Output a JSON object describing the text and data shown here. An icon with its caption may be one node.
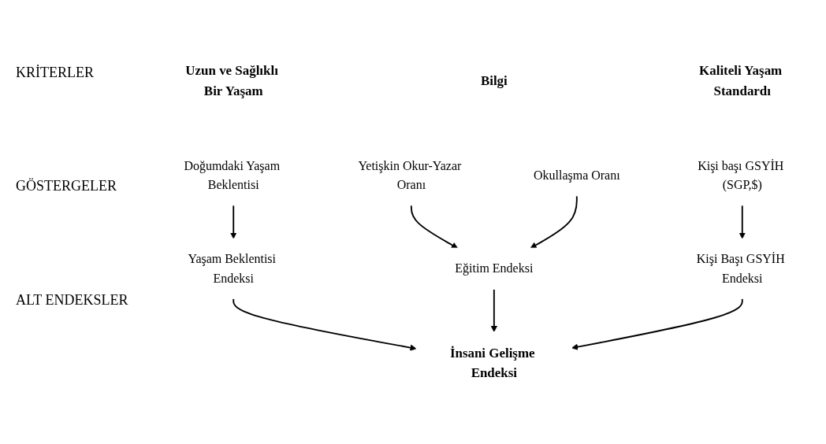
{
  "diagram": {
    "nodes": [
      {
        "text": [
          "Uzun ve Sağlıklı Bir Yaşam"
        ]
      },
      {
        "text": [
          "Bilgi"
        ]
      },
      {
        "text": [
          "Kaliteli Yaşam Standardı"
        ]
      },
      {
        "text": [
          "Doğumdaki Yaşam Beklentisi"
        ]
      },
      {
        "text": [
          "Yetişkin Okur-Yazar Oranı"
        ]
      },
      {
        "text": [
          "Okullaşma Oranı"
        ]
      },
      {
        "text": [
          "Kişi başı GSYİH (SGP,$)"
        ]
      },
      {
        "text": [
          "Yaşam Beklentisi Endeksi"
        ]
      },
      {
        "text": [
          "Eğitim Endeksi"
        ]
      },
      {
        "text": [
          "Kişi Başı GSYİH Endeksi"
        ]
      },
      {
        "text": [
          "İnsani Gelişme Endeksi"
        ]
      }
    ],
    "edges": [
      {
        "from": 3,
        "to": 7,
        "arrow": "to"
      },
      {
        "from": 4,
        "to": 8,
        "arrow": "to"
      },
      {
        "from": 5,
        "to": 8,
        "arrow": "to"
      },
      {
        "from": 6,
        "to": 9,
        "arrow": "to"
      },
      {
        "from": 7,
        "to": 10,
        "arrow": "to"
      },
      {
        "from": 8,
        "to": 10,
        "arrow": "to"
      },
      {
        "from": 9,
        "to": 10,
        "arrow": "to"
      }
    ],
    "labels": [
      "KRİTERLER",
      "GÖSTERGELER",
      "ALT ENDEKSLER"
    ]
  }
}
